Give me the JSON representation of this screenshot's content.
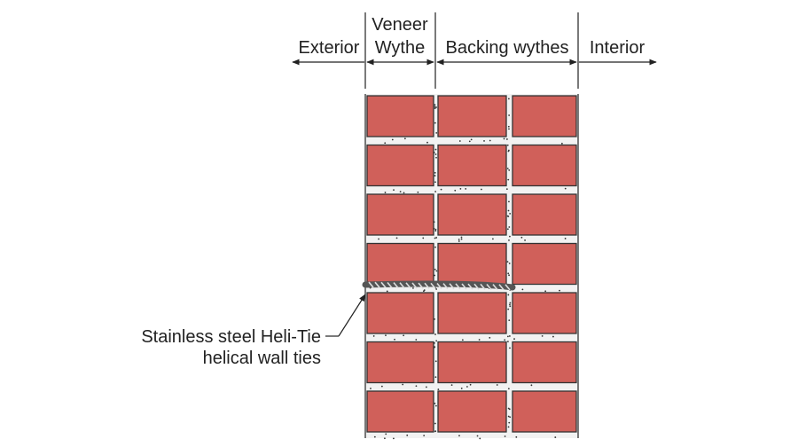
{
  "labels": {
    "exterior": "Exterior",
    "veneer_line1": "Veneer",
    "veneer_line2": "Wythe",
    "backing": "Backing wythes",
    "interior": "Interior",
    "tie_line1": "Stainless steel Heli-Tie",
    "tie_line2": "helical wall ties"
  },
  "colors": {
    "brick": "#d0605a",
    "mortar": "#f2f2f2",
    "outline": "#333333",
    "text": "#222222"
  }
}
